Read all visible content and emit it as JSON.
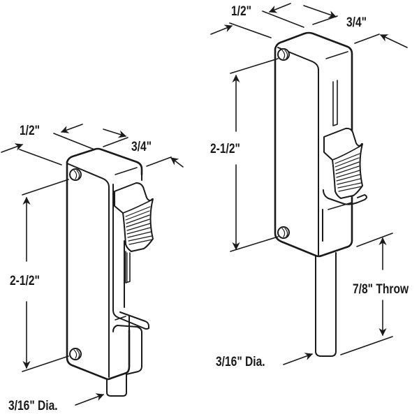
{
  "diagram": {
    "type": "product-dimension-drawing",
    "colors": {
      "line": "#1a1a1a",
      "background": "#ffffff"
    },
    "left_latch": {
      "width_label": "1/2\"",
      "depth_label": "3/4\"",
      "height_label": "2-1/2\"",
      "bolt_diameter_label": "3/16\" Dia."
    },
    "right_latch": {
      "width_label": "1/2\"",
      "depth_label": "3/4\"",
      "height_label": "2-1/2\"",
      "throw_label": "7/8\" Throw",
      "bolt_diameter_label": "3/16\" Dia."
    }
  }
}
